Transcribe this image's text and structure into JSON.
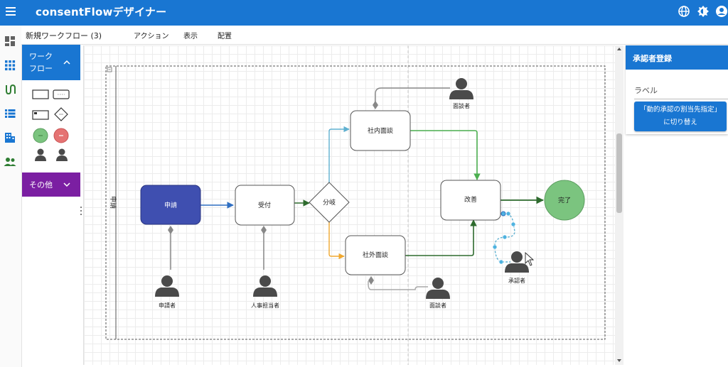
{
  "app": {
    "title": "consentFlowデザイナー"
  },
  "toolbar": {
    "workflow_name": "新規ワークフロー (3)",
    "menus": [
      "アクション",
      "表示",
      "配置"
    ]
  },
  "palette": {
    "workflow_header": "ワーク\nフロー",
    "other_header": "その他"
  },
  "diagram": {
    "pool_label": "申請",
    "nodes": {
      "apply": "申請",
      "accept": "受付",
      "branch": "分岐",
      "internal": "社内面談",
      "external": "社外面談",
      "improve": "改善",
      "done": "完了"
    },
    "actors": {
      "applicant": "申請者",
      "hr": "人事担当者",
      "interviewer1": "面談者",
      "interviewer2": "面談者",
      "approver": "承認者"
    }
  },
  "panel": {
    "title": "承認者登録",
    "label_field": "ラベル",
    "switch_button": [
      "「動的承認の割当先指定」",
      "に切り替え"
    ]
  },
  "colors": {
    "primary": "#1976d2",
    "purple": "#7b1fa2",
    "apply_node": "#3f4fb0",
    "done_node": "#7bc47f",
    "flow_blue": "#2f6fc2",
    "flow_green": "#2e6b2e",
    "flow_light_green": "#4caf50",
    "flow_cyan": "#5fb0d0",
    "flow_orange": "#f0a830"
  }
}
